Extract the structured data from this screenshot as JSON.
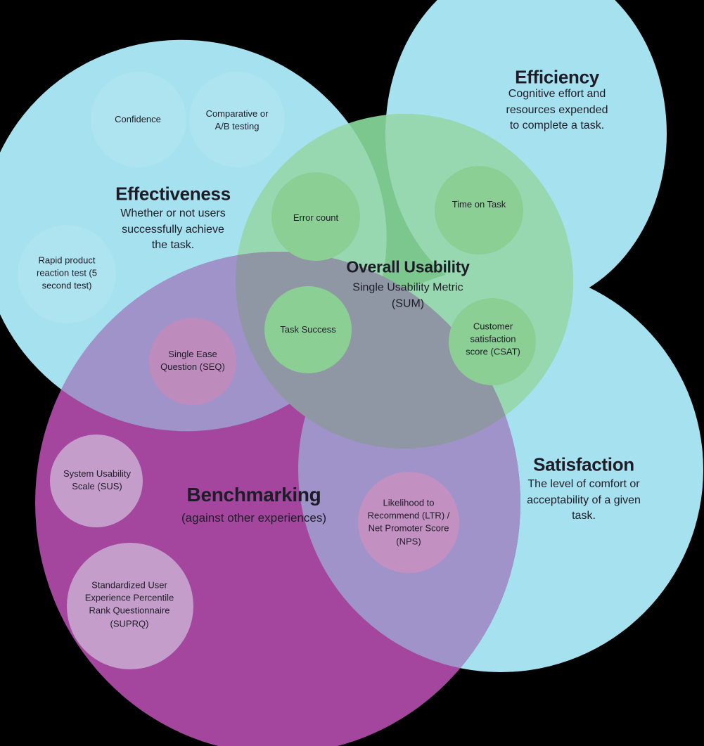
{
  "colors": {
    "background": "#000000",
    "blue": "#a6e1ef",
    "green_alone": "#7bc78d",
    "green_over_blue": "#97d8b1",
    "purple_alone": "#a4469e",
    "purple_over_blue": "#a093c9",
    "purple_over_green": "#8f96a4",
    "metric_green": "#8ccf94",
    "metric_pink": "#bd8cbd",
    "metric_rose": "#c290c1",
    "metric_mauve": "#c59dcb",
    "faint_circle": "rgba(255,255,255,0.09)",
    "text": "#1d1d27"
  },
  "sets": {
    "effectiveness": {
      "title": "Effectiveness",
      "description": "Whether or not users\nsuccessfully achieve\nthe task.",
      "color": "#a6e1ef"
    },
    "efficiency": {
      "title": "Efficiency",
      "description": "Cognitive effort and\nresources expended\nto complete a task.",
      "color": "#a6e1ef"
    },
    "satisfaction": {
      "title": "Satisfaction",
      "description": "The level of comfort or\nacceptability of a given\ntask.",
      "color": "#a6e1ef"
    },
    "benchmarking": {
      "title": "Benchmarking",
      "description": "(against other experiences)",
      "color": "#a4469e"
    },
    "overall_usability": {
      "title": "Overall Usability",
      "description": "Single Usability Metric\n(SUM)",
      "color": "#7bc78d"
    }
  },
  "metrics": {
    "confidence": {
      "label": "Confidence"
    },
    "comparative": {
      "label": "Comparative or\nA/B testing"
    },
    "rapid_reaction": {
      "label": "Rapid product\nreaction test (5\nsecond test)"
    },
    "error_count": {
      "label": "Error count"
    },
    "time_on_task": {
      "label": "Time on Task"
    },
    "task_success": {
      "label": "Task Success"
    },
    "csat": {
      "label": "Customer\nsatisfaction\nscore (CSAT)"
    },
    "seq": {
      "label": "Single Ease\nQuestion (SEQ)"
    },
    "sus": {
      "label": "System Usability\nScale (SUS)"
    },
    "suprq": {
      "label": "Standardized User\nExperience Percentile\nRank Questionnaire\n(SUPRQ)"
    },
    "ltr_nps": {
      "label": "Likelihood to\nRecommend (LTR) /\nNet Promoter Score\n(NPS)"
    }
  }
}
